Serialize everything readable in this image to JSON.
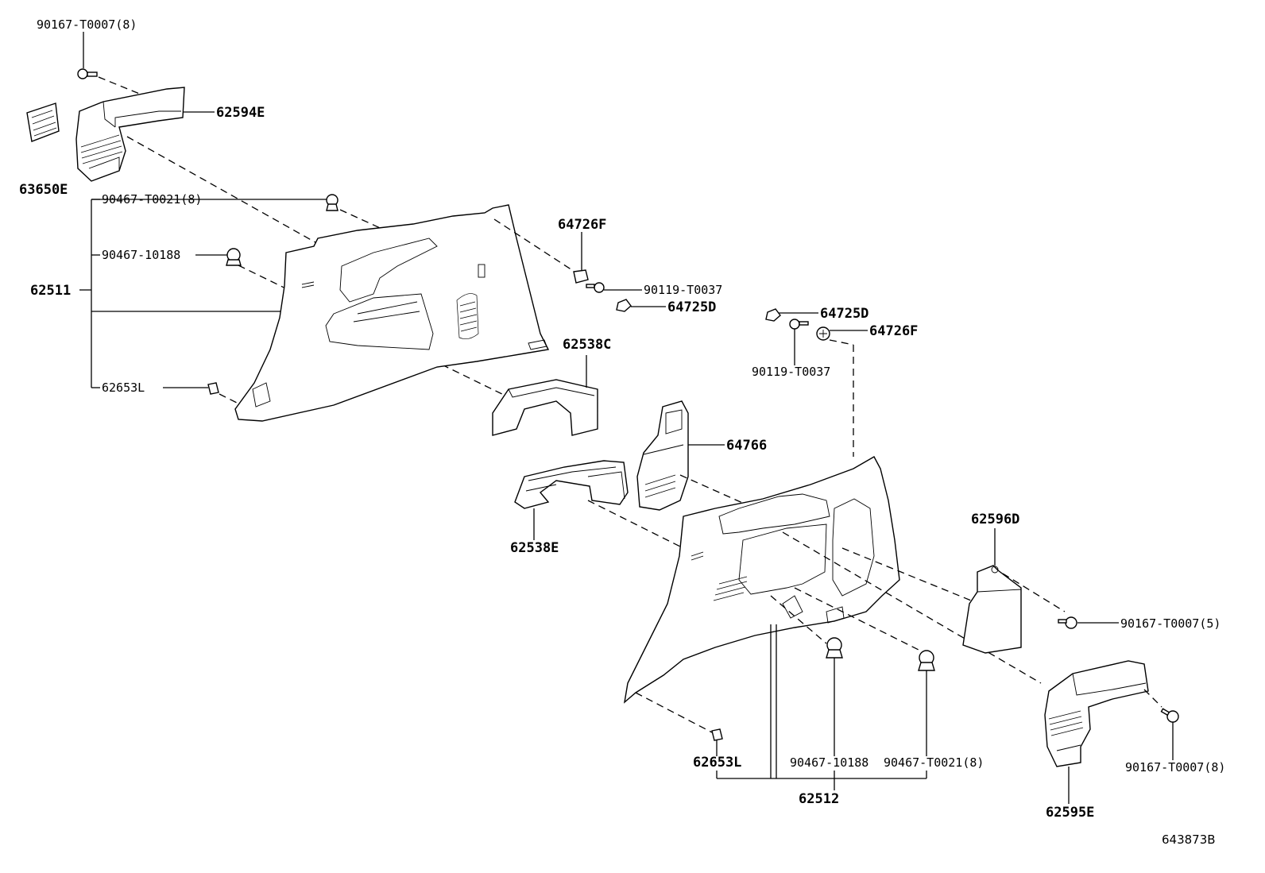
{
  "diagram_id": "643873B",
  "labels": {
    "l_90167_T0007_8_top": "90167-T0007(8)",
    "l_62594E": "62594E",
    "l_63650E": "63650E",
    "l_90467_T0021_8_left": "90467-T0021(8)",
    "l_90467_10188_left": "90467-10188",
    "l_62511": "62511",
    "l_62653L_left": "62653L",
    "l_64726F_top": "64726F",
    "l_90119_T0037_top": "90119-T0037",
    "l_64725D_top": "64725D",
    "l_62538C": "62538C",
    "l_64725D_right": "64725D",
    "l_64726F_right": "64726F",
    "l_90119_T0037_right": "90119-T0037",
    "l_64766": "64766",
    "l_62538E": "62538E",
    "l_62596D": "62596D",
    "l_90167_T0007_5": "90167-T0007(5)",
    "l_90167_T0007_8_right": "90167-T0007(8)",
    "l_62653L_bottom": "62653L",
    "l_90467_10188_bottom": "90467-10188",
    "l_90467_T0021_8_bottom": "90467-T0021(8)",
    "l_62512": "62512",
    "l_62595E": "62595E"
  }
}
